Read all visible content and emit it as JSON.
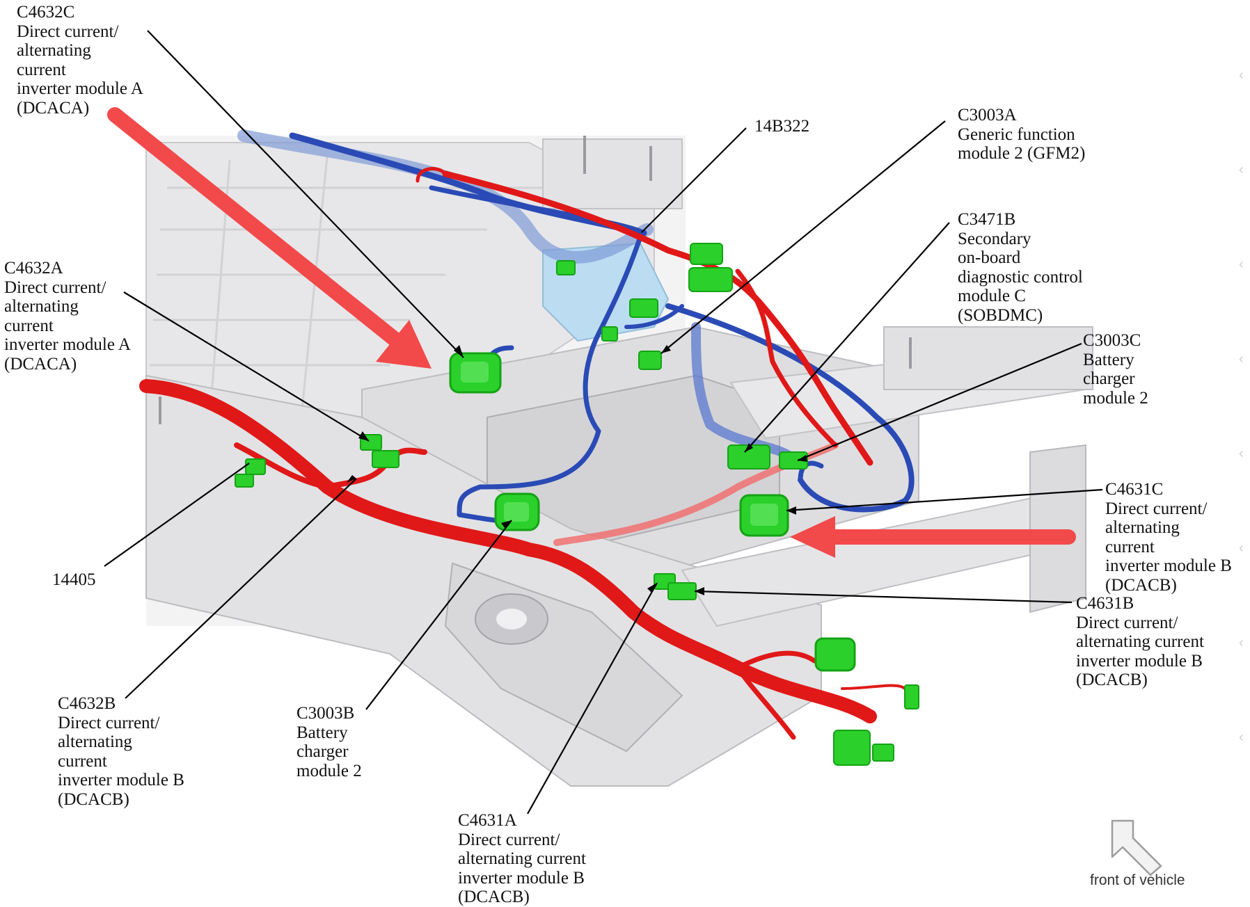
{
  "colors": {
    "high_voltage_harness": "#e01818",
    "low_voltage_harness": "#1f3fa8",
    "connector": "#2bd02b",
    "connector_dark": "#14a314",
    "direction_arrow": "#f2494a",
    "leader_line": "#000000",
    "chassis": "#e9e9ea",
    "module_body": "#b9dcf2"
  },
  "icons": {
    "front_arrow": "front-of-vehicle-arrow-icon"
  },
  "labels": {
    "c4632c": [
      "C4632C",
      "Direct current/",
      "alternating",
      "current",
      "inverter module A",
      "(DCACA)"
    ],
    "c4632a": [
      "C4632A",
      "Direct current/",
      "alternating",
      "current",
      "inverter module A",
      "(DCACA)"
    ],
    "n14405": [
      "14405"
    ],
    "c4632b": [
      "C4632B",
      "Direct current/",
      "alternating",
      "current",
      "inverter module B",
      "(DCACB)"
    ],
    "c3003b": [
      "C3003B",
      "Battery",
      "charger",
      "module 2"
    ],
    "c4631a": [
      "C4631A",
      "Direct current/",
      "alternating current",
      "inverter module B",
      "(DCACB)"
    ],
    "n14b322": [
      "14B322"
    ],
    "c3003a": [
      "C3003A",
      "Generic function",
      "module 2 (GFM2)"
    ],
    "c3471b": [
      "C3471B",
      "Secondary",
      "on-board",
      "diagnostic control",
      "module C",
      "(SOBDMC)"
    ],
    "c3003c": [
      "C3003C",
      "Battery",
      "charger",
      "module 2"
    ],
    "c4631c": [
      "C4631C",
      "Direct current/",
      "alternating",
      "current",
      "inverter module B",
      "(DCACB)"
    ],
    "c4631b": [
      "C4631B",
      "Direct current/",
      "alternating current",
      "inverter module B",
      "(DCACB)"
    ]
  },
  "front_of_vehicle": "front of vehicle"
}
